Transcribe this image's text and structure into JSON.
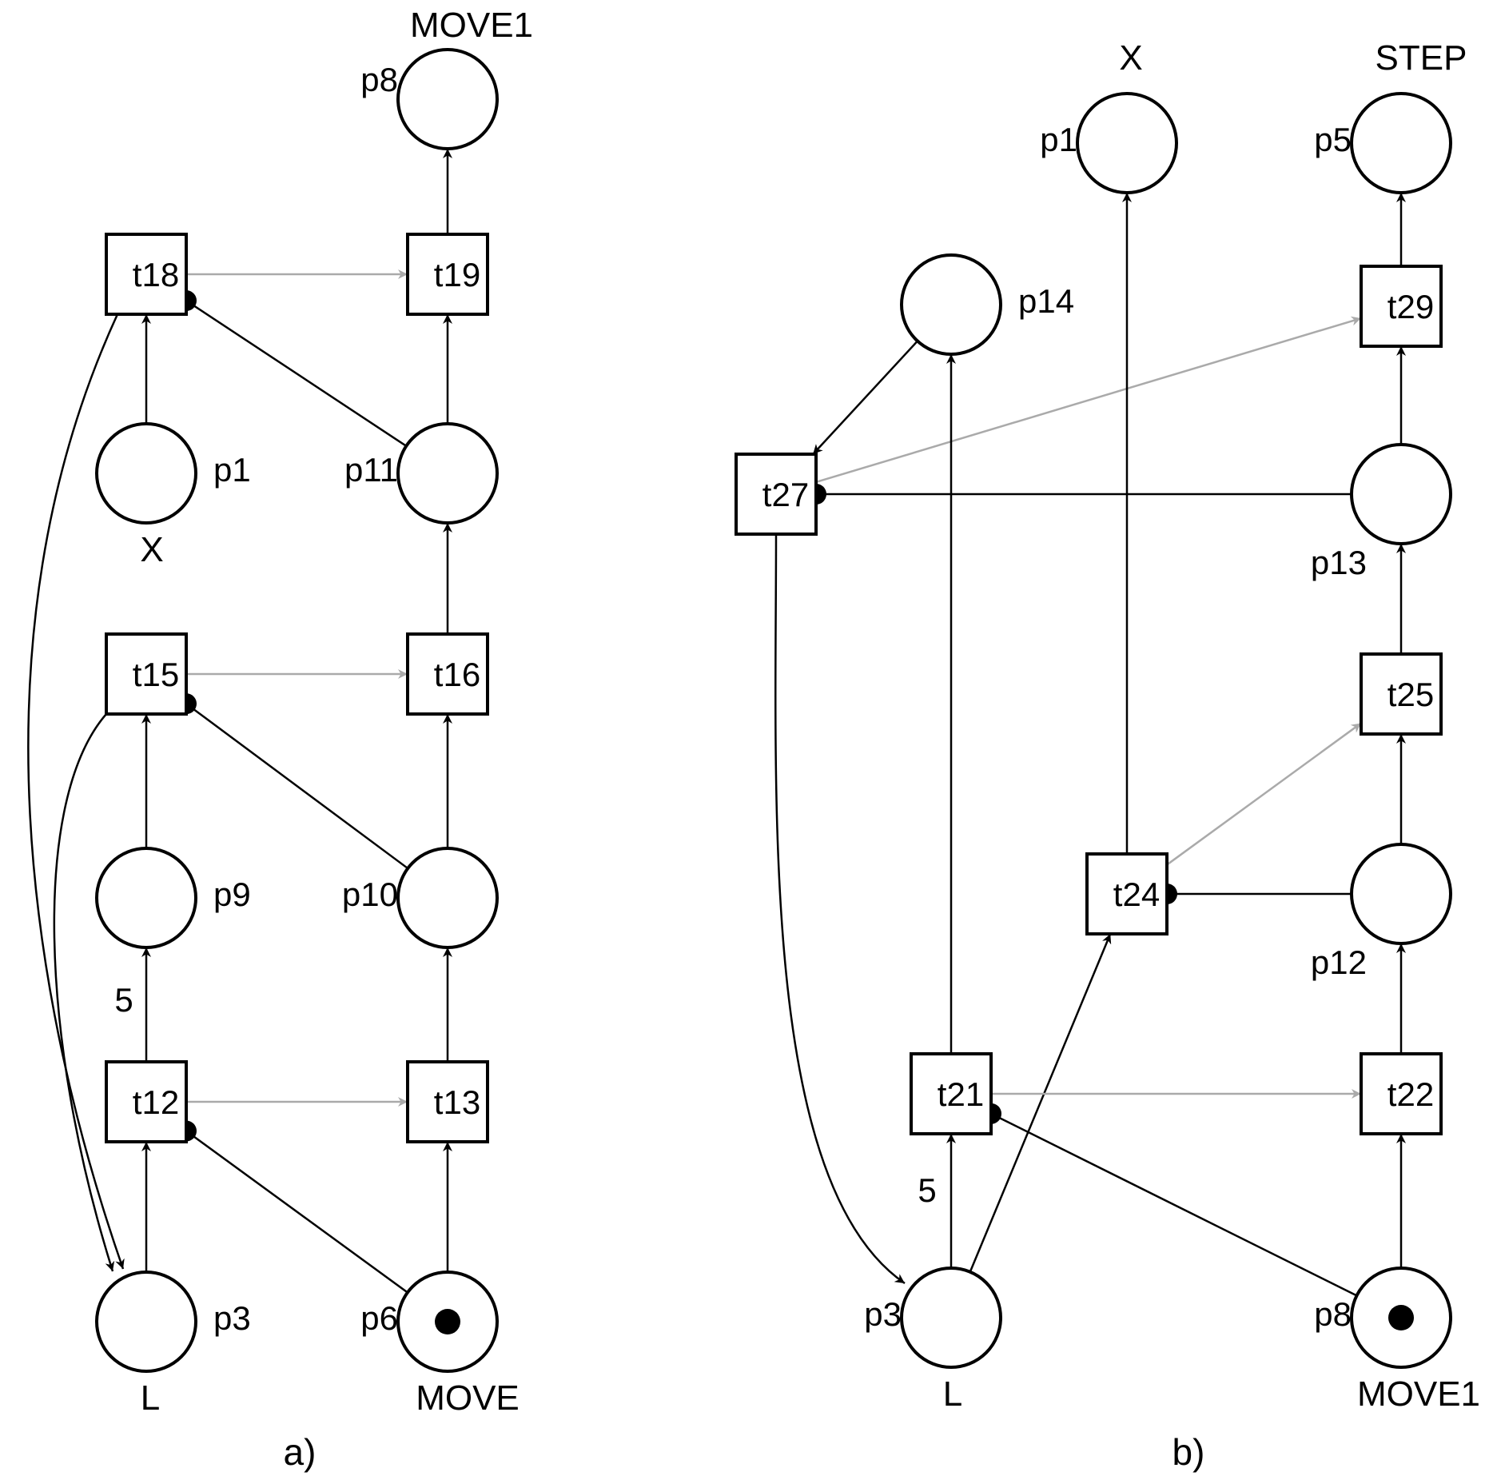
{
  "colors": {
    "stroke": "#000000",
    "test_arc": "#aaaaaa",
    "background": "#ffffff"
  },
  "panels": [
    {
      "id": "a",
      "caption": "a)",
      "places": [
        {
          "id": "a-p8",
          "label": "p8",
          "name": "MOVE1",
          "tokens": 0
        },
        {
          "id": "a-p1",
          "label": "p1",
          "name": "X",
          "tokens": 0
        },
        {
          "id": "a-p11",
          "label": "p11",
          "name": "",
          "tokens": 0
        },
        {
          "id": "a-p9",
          "label": "p9",
          "name": "",
          "tokens": 0
        },
        {
          "id": "a-p10",
          "label": "p10",
          "name": "",
          "tokens": 0
        },
        {
          "id": "a-p3",
          "label": "p3",
          "name": "L",
          "tokens": 0
        },
        {
          "id": "a-p6",
          "label": "p6",
          "name": "MOVE",
          "tokens": 1
        }
      ],
      "transitions": [
        {
          "id": "a-t18",
          "label": "t18"
        },
        {
          "id": "a-t19",
          "label": "t19"
        },
        {
          "id": "a-t15",
          "label": "t15"
        },
        {
          "id": "a-t16",
          "label": "t16"
        },
        {
          "id": "a-t12",
          "label": "t12"
        },
        {
          "id": "a-t13",
          "label": "t13"
        }
      ],
      "arcs": [
        {
          "from": "a-t19",
          "to": "a-p8",
          "kind": "normal"
        },
        {
          "from": "a-p11",
          "to": "a-t19",
          "kind": "normal"
        },
        {
          "from": "a-p1",
          "to": "a-t18",
          "kind": "normal"
        },
        {
          "from": "a-p11",
          "to": "a-t18",
          "kind": "inhibitor"
        },
        {
          "from": "a-t18",
          "to": "a-t19",
          "kind": "test"
        },
        {
          "from": "a-t18",
          "to": "a-p3",
          "kind": "normal"
        },
        {
          "from": "a-t16",
          "to": "a-p11",
          "kind": "normal"
        },
        {
          "from": "a-p10",
          "to": "a-t16",
          "kind": "normal"
        },
        {
          "from": "a-p9",
          "to": "a-t15",
          "kind": "normal"
        },
        {
          "from": "a-p10",
          "to": "a-t15",
          "kind": "inhibitor"
        },
        {
          "from": "a-t15",
          "to": "a-t16",
          "kind": "test"
        },
        {
          "from": "a-t15",
          "to": "a-p3",
          "kind": "normal"
        },
        {
          "from": "a-t13",
          "to": "a-p10",
          "kind": "normal"
        },
        {
          "from": "a-t12",
          "to": "a-p9",
          "kind": "normal",
          "weight": "5"
        },
        {
          "from": "a-p6",
          "to": "a-t13",
          "kind": "normal"
        },
        {
          "from": "a-p3",
          "to": "a-t12",
          "kind": "normal"
        },
        {
          "from": "a-p6",
          "to": "a-t12",
          "kind": "inhibitor"
        },
        {
          "from": "a-t12",
          "to": "a-t13",
          "kind": "test"
        }
      ]
    },
    {
      "id": "b",
      "caption": "b)",
      "places": [
        {
          "id": "b-p1",
          "label": "p1",
          "name": "X",
          "tokens": 0
        },
        {
          "id": "b-p5",
          "label": "p5",
          "name": "STEP",
          "tokens": 0
        },
        {
          "id": "b-p14",
          "label": "p14",
          "name": "",
          "tokens": 0
        },
        {
          "id": "b-p13",
          "label": "p13",
          "name": "",
          "tokens": 0
        },
        {
          "id": "b-p12",
          "label": "p12",
          "name": "",
          "tokens": 0
        },
        {
          "id": "b-p3",
          "label": "p3",
          "name": "L",
          "tokens": 0
        },
        {
          "id": "b-p8",
          "label": "p8",
          "name": "MOVE1",
          "tokens": 1
        }
      ],
      "transitions": [
        {
          "id": "b-t29",
          "label": "t29"
        },
        {
          "id": "b-t27",
          "label": "t27"
        },
        {
          "id": "b-t25",
          "label": "t25"
        },
        {
          "id": "b-t24",
          "label": "t24"
        },
        {
          "id": "b-t21",
          "label": "t21"
        },
        {
          "id": "b-t22",
          "label": "t22"
        }
      ],
      "arcs": [
        {
          "from": "b-t29",
          "to": "b-p5",
          "kind": "normal"
        },
        {
          "from": "b-p13",
          "to": "b-t29",
          "kind": "normal"
        },
        {
          "from": "b-t27",
          "to": "b-t29",
          "kind": "test"
        },
        {
          "from": "b-p14",
          "to": "b-t27",
          "kind": "normal"
        },
        {
          "from": "b-p13",
          "to": "b-t27",
          "kind": "inhibitor"
        },
        {
          "from": "b-t27",
          "to": "b-p3",
          "kind": "normal"
        },
        {
          "from": "b-t25",
          "to": "b-p13",
          "kind": "normal"
        },
        {
          "from": "b-p12",
          "to": "b-t25",
          "kind": "normal"
        },
        {
          "from": "b-t24",
          "to": "b-t25",
          "kind": "test"
        },
        {
          "from": "b-t24",
          "to": "b-p1",
          "kind": "normal"
        },
        {
          "from": "b-p12",
          "to": "b-t24",
          "kind": "inhibitor"
        },
        {
          "from": "b-p3",
          "to": "b-t24",
          "kind": "normal"
        },
        {
          "from": "b-t21",
          "to": "b-p14",
          "kind": "normal"
        },
        {
          "from": "b-p3",
          "to": "b-t21",
          "kind": "normal",
          "weight": "5"
        },
        {
          "from": "b-t21",
          "to": "b-t22",
          "kind": "test"
        },
        {
          "from": "b-p8",
          "to": "b-t21",
          "kind": "inhibitor"
        },
        {
          "from": "b-t22",
          "to": "b-p12",
          "kind": "normal"
        },
        {
          "from": "b-p8",
          "to": "b-t22",
          "kind": "normal"
        }
      ]
    }
  ]
}
